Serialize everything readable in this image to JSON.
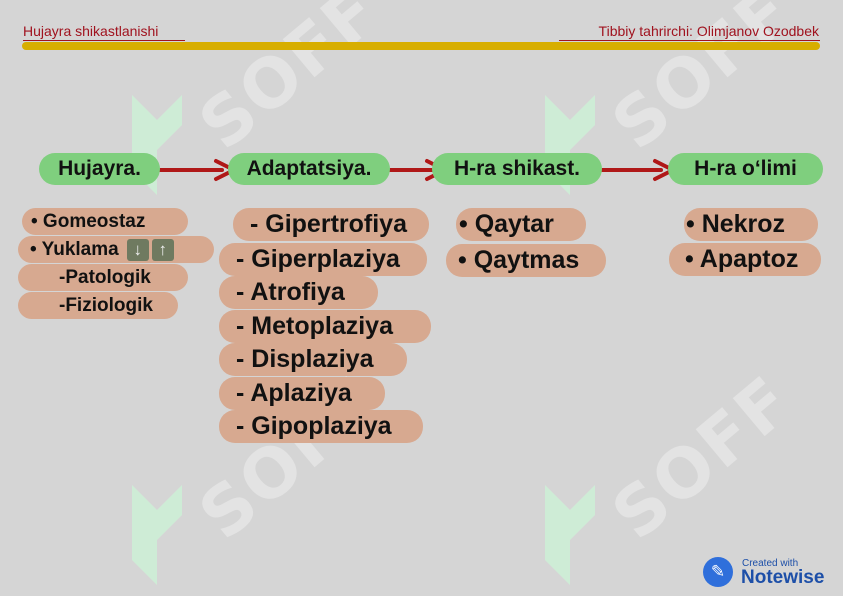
{
  "header": {
    "left_title": "Hujayra shikastlanishi",
    "right_title": "Tibbiy tahrirchi: Olimjanov Ozodbek",
    "text_color": "#a0121e",
    "bar_color": "#d7ae00"
  },
  "watermark": {
    "text": "SOFF"
  },
  "flow": {
    "nodes": [
      "Hujayra.",
      "Adaptatsiya.",
      "H-ra shikast.",
      "H-ra oʻlimi"
    ],
    "node_color": "#7fcf7e",
    "arrow_color": "#b01818"
  },
  "columns": {
    "hujayra": {
      "items": [
        "• Gomeostaz",
        "• Yuklama",
        "-Patologik",
        "-Fiziologik"
      ],
      "yuklama_icons": [
        "arrow-down-icon",
        "arrow-up-icon"
      ],
      "icon_glyphs": [
        "↓",
        "↑"
      ]
    },
    "adaptatsiya": {
      "items": [
        "- Gipertrofiya",
        "- Giperplaziya",
        "- Atrofiya",
        "- Metoplaziya",
        "- Displaziya",
        "- Aplaziya",
        "- Gipoplaziya"
      ]
    },
    "shikast": {
      "items": [
        "• Qaytar",
        "• Qaytmas"
      ]
    },
    "olimi": {
      "items": [
        "• Nekroz",
        "• Apaptoz"
      ]
    },
    "pill_color": "#d7a990"
  },
  "badge": {
    "small_text": "Created with",
    "brand": "Notewise",
    "icon": "pencil-icon",
    "color": "#2f6fdb"
  }
}
